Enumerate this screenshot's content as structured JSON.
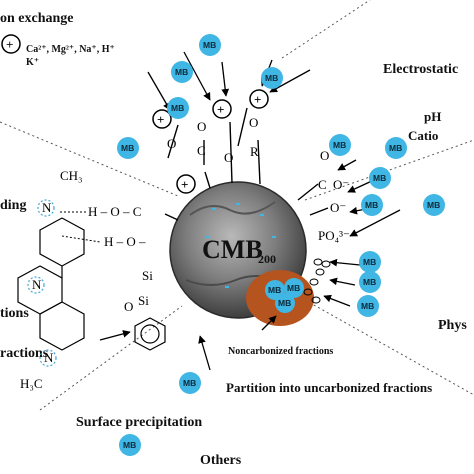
{
  "mechanisms": {
    "ion_exchange": "on exchange",
    "cations": "Ca²⁺, Mg²⁺, Na⁺, H⁺",
    "cations_k": "K⁺",
    "electrostatic": "Electrostatic",
    "ph": "pH",
    "cation": "Catio",
    "bonding": "ding",
    "physical": "Phys",
    "interaction_a": "tions",
    "interaction_b": "ractions",
    "surface_precipitation": "Surface precipitation",
    "partition": "Partition into uncarbonized fractions",
    "noncarbonized": "Noncarbonized fractions",
    "others": "Others"
  },
  "particle": {
    "name": "CMB",
    "subscript": "200"
  },
  "adsorbate": {
    "label": "MB"
  },
  "groups": {
    "plus": "+",
    "o": "O",
    "c": "C",
    "r": "R",
    "o_minus": "O⁻",
    "h_o_c": "H – O – C",
    "h_o": "H – O –",
    "si": "Si",
    "phosphate": "PO₄³⁻",
    "n_ch3": "CH₃",
    "n": "N",
    "h3c": "H₃C"
  },
  "colors": {
    "mb_fill": "#3fb6e4",
    "particle_dark": "#3a3a3a",
    "particle_light": "#9a9a9a",
    "noncarbonized": "#b5541e",
    "dash_circle": "#3fa9d6"
  }
}
